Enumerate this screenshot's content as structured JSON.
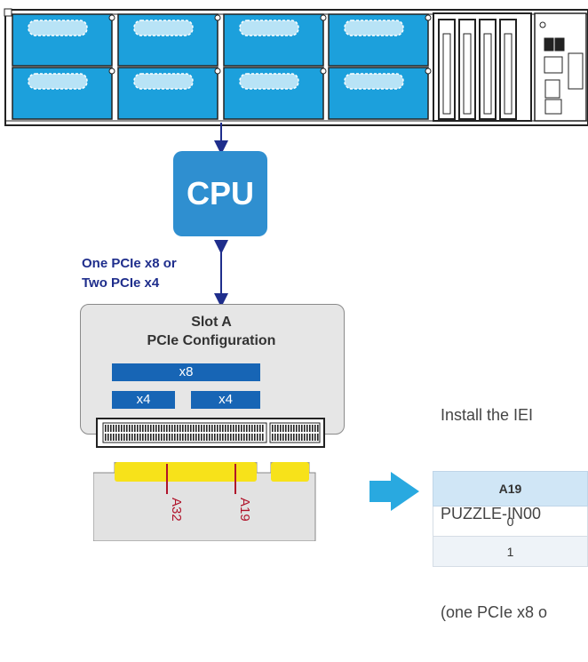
{
  "cpu_label": "CPU",
  "link_label": [
    "One PCIe x8 or",
    "Two PCIe x4"
  ],
  "slot": {
    "title_line1": "Slot A",
    "title_line2": "PCIe Configuration",
    "lanes": {
      "x8": "x8",
      "x4_left": "x4",
      "x4_right": "x4"
    }
  },
  "finger_labels": [
    "A32",
    "A19"
  ],
  "install_text": [
    "Install the IEI",
    "PUZZLE-IN00",
    "(one PCIe x8 o"
  ],
  "table": {
    "headers": [
      "A19"
    ],
    "rows": [
      [
        "0"
      ],
      [
        "1"
      ]
    ]
  },
  "colors": {
    "module_blue": "#1ca0dc",
    "cpu_blue": "#2f8fd0",
    "lane_blue": "#1765b5",
    "navy_text": "#1f2e8c",
    "arrow_blue": "#29a9e0",
    "finger_yellow": "#f7e21a",
    "table_header": "#d0e6f6"
  }
}
